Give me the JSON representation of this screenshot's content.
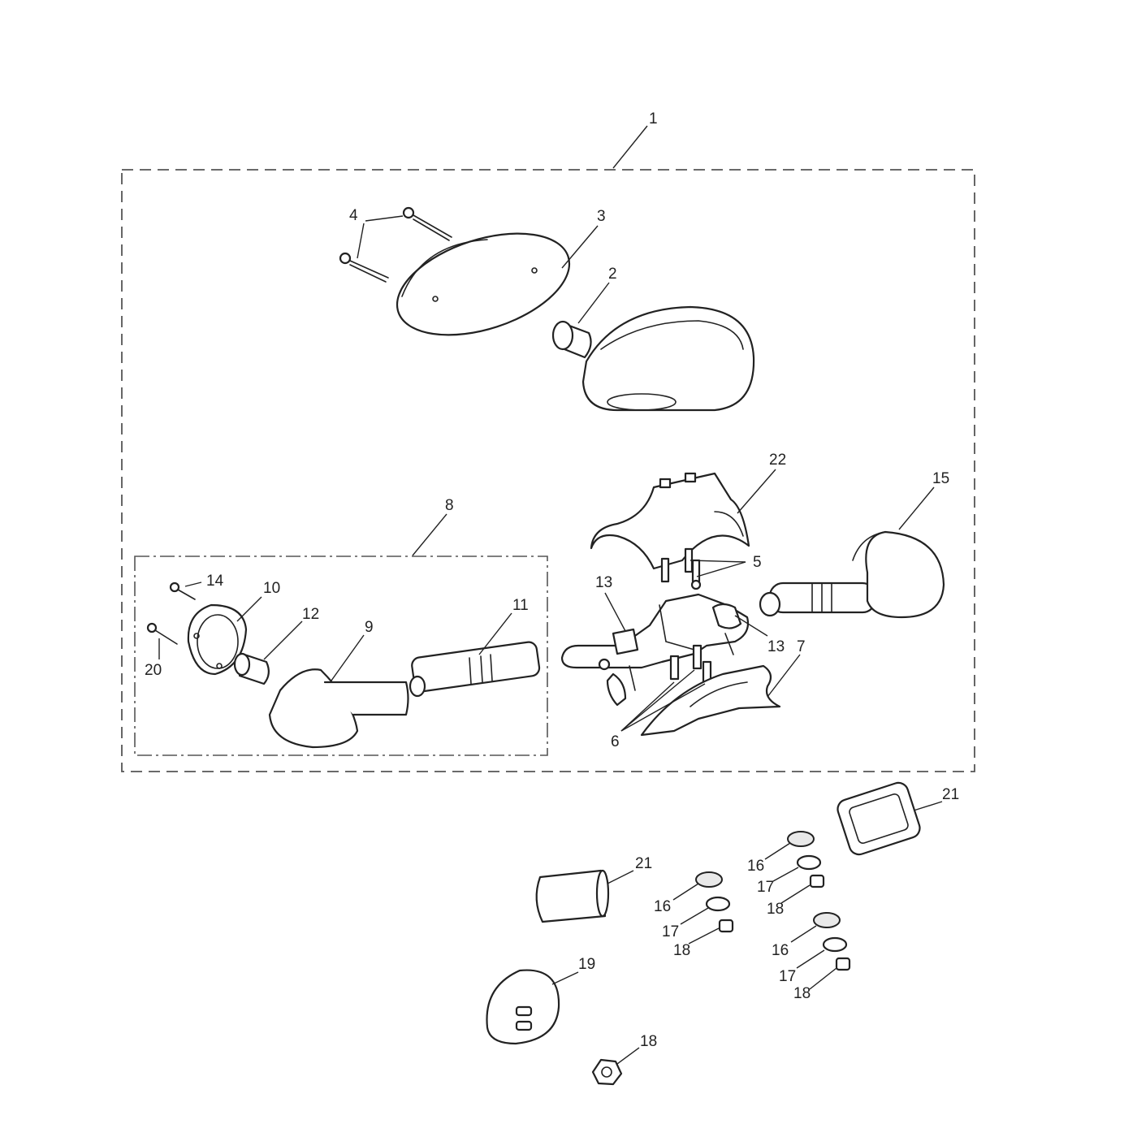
{
  "callouts": {
    "c1": "1",
    "c2": "2",
    "c3": "3",
    "c4": "4",
    "c5": "5",
    "c6": "6",
    "c7": "7",
    "c8": "8",
    "c9": "9",
    "c10": "10",
    "c11": "11",
    "c12": "12",
    "c13a": "13",
    "c13b": "13",
    "c14": "14",
    "c15": "15",
    "c16a": "16",
    "c16b": "16",
    "c16c": "16",
    "c17a": "17",
    "c17b": "17",
    "c17c": "17",
    "c18a": "18",
    "c18b": "18",
    "c18c": "18",
    "c18d": "18",
    "c19": "19",
    "c20": "20",
    "c21a": "21",
    "c21b": "21",
    "c22": "22"
  },
  "colors": {
    "line": "#222222",
    "frame": "#555555",
    "background": "#ffffff"
  }
}
